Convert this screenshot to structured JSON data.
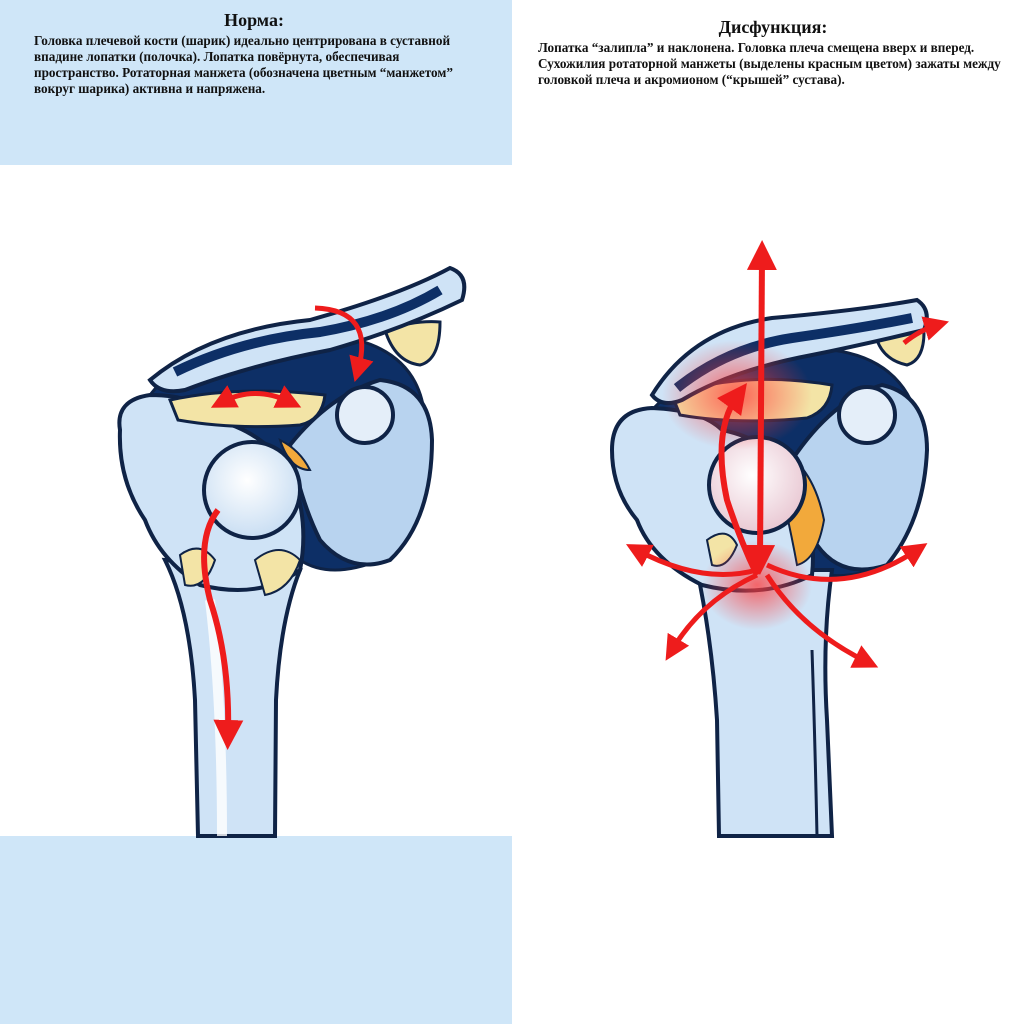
{
  "normal": {
    "title": "Норма:",
    "description": "Головка плечевой кости (шарик) идеально центрирована в суставной впадине лопатки (полочка). Лопатка повёрнута, обеспечивая пространство. Ротаторная манжета (обозначена цветным “манжетом” вокруг шарика) активна и напряжена."
  },
  "dysfunction": {
    "title": "Дисфункция:",
    "description": "Лопатка “залипла” и наклонена. Головка плеча смещена вверх и вперед. Сухожилия ротаторной манжеты (выделены красным цветом) зажаты между головкой плеча и акромионом (“крышей” сустава)."
  },
  "colors": {
    "band": "#cfe6f8",
    "bone": "#cfe3f6",
    "outline": "#0f2346",
    "deep": "#0d2f66",
    "cartilage": "#f3e4a6",
    "cuff": "#f2a93b",
    "arrow": "#ee1c1c"
  }
}
